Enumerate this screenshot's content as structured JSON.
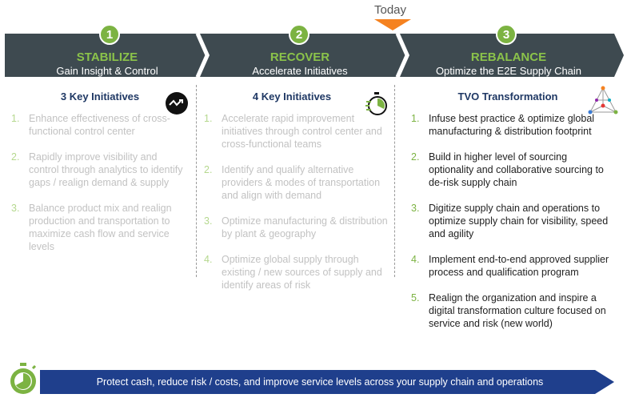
{
  "today_label": "Today",
  "phases": [
    {
      "number": "1",
      "title": "STABILIZE",
      "subtitle": "Gain Insight & Control"
    },
    {
      "number": "2",
      "title": "RECOVER",
      "subtitle": "Accelerate Initiatives"
    },
    {
      "number": "3",
      "title": "REBALANCE",
      "subtitle": "Optimize the E2E Supply Chain"
    }
  ],
  "columns": [
    {
      "heading": "3 Key Initiatives",
      "items": [
        {
          "num": "1.",
          "text": "Enhance effectiveness of cross-functional control center"
        },
        {
          "num": "2.",
          "text": "Rapidly improve visibility and control through analytics to identify gaps / realign demand & supply"
        },
        {
          "num": "3.",
          "text": "Balance product mix and realign production and transportation to maximize cash flow and service levels"
        }
      ]
    },
    {
      "heading": "4 Key Initiatives",
      "items": [
        {
          "num": "1.",
          "text": "Accelerate rapid improvement initiatives through control center and cross-functional teams"
        },
        {
          "num": "2.",
          "text": "Identify and qualify alternative providers & modes of transportation and align with demand"
        },
        {
          "num": "3.",
          "text": "Optimize manufacturing & distribution  by plant & geography"
        },
        {
          "num": "4.",
          "text": "Optimize global supply through existing / new sources of supply and identify areas of risk"
        }
      ]
    },
    {
      "heading": "TVO Transformation",
      "items": [
        {
          "num": "1.",
          "text": "Infuse best practice & optimize global manufacturing & distribution footprint"
        },
        {
          "num": "2.",
          "text": "Build in higher level of sourcing optionality and collaborative sourcing to de-risk supply chain"
        },
        {
          "num": "3.",
          "text": "Digitize supply chain and operations to optimize supply chain for visibility, speed and agility"
        },
        {
          "num": "4.",
          "text": "Implement end-to-end approved supplier process and qualification program"
        },
        {
          "num": "5.",
          "text": "Realign the organization and inspire a digital transformation culture focused on service and risk (new world)"
        }
      ]
    }
  ],
  "banner_text": "Protect cash, reduce risk / costs, and improve service levels across your supply chain and operations",
  "colors": {
    "band": "#3e4a50",
    "accent_green": "#7cb342",
    "today_arrow": "#f58220",
    "banner": "#1f3f8c",
    "heading_navy": "#1f3864"
  },
  "icons": [
    "trend-icon",
    "stopwatch-icon",
    "network-icon",
    "timer-icon"
  ]
}
